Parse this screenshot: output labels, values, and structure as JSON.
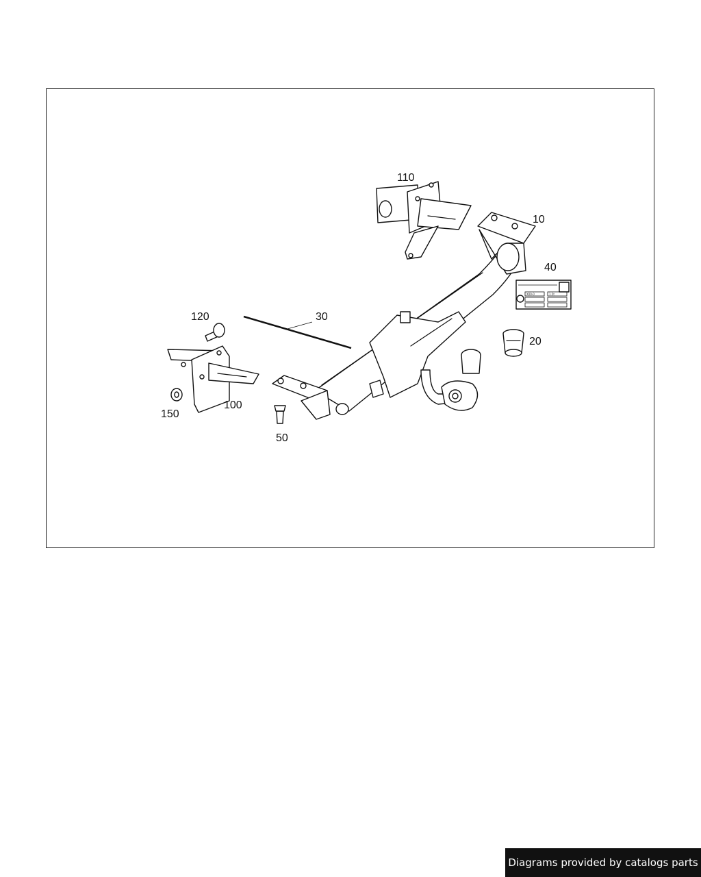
{
  "diagram": {
    "callouts": {
      "c10": "10",
      "c20": "20",
      "c30": "30",
      "c40": "40",
      "c50": "50",
      "c100": "100",
      "c110": "110",
      "c120": "120",
      "c150": "150"
    },
    "label_plate": {
      "header": "",
      "row1_left": "X00-0",
      "row1_right": "1.5t",
      "row2_left": "",
      "row2_right": "",
      "row3_left": "",
      "row3_right": ""
    }
  },
  "footer": {
    "credit": "Diagrams provided by catalogs parts"
  }
}
